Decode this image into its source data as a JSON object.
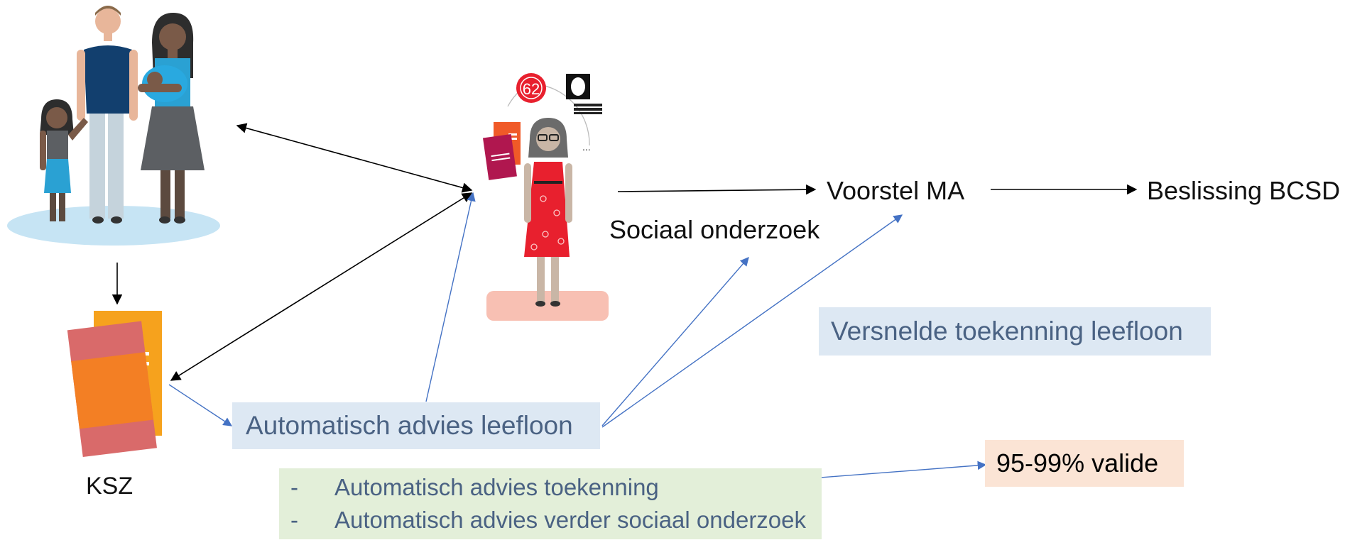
{
  "nodes": {
    "sociaal_onderzoek": "Sociaal onderzoek",
    "voorstel_ma": "Voorstel MA",
    "beslissing_bcsd": "Beslissing BCSD",
    "ksz": "KSZ",
    "automatisch_advies": "Automatisch advies leefloon",
    "versnelde_toekenning": "Versnelde toekenning leefloon",
    "validity": "95-99% valide"
  },
  "bullets": [
    {
      "dash": "-",
      "text": "Automatisch advies toekenning"
    },
    {
      "dash": "-",
      "text": "Automatisch advies verder sociaal onderzoek"
    }
  ],
  "illustration": {
    "badge_number": "62",
    "ellipsis": "..."
  },
  "colors": {
    "blue_arrow": "#4472c4",
    "black_arrow": "#000000",
    "blue_box": "#dde8f3",
    "green_box": "#e3efd9",
    "peach_box": "#fbe4d5"
  }
}
